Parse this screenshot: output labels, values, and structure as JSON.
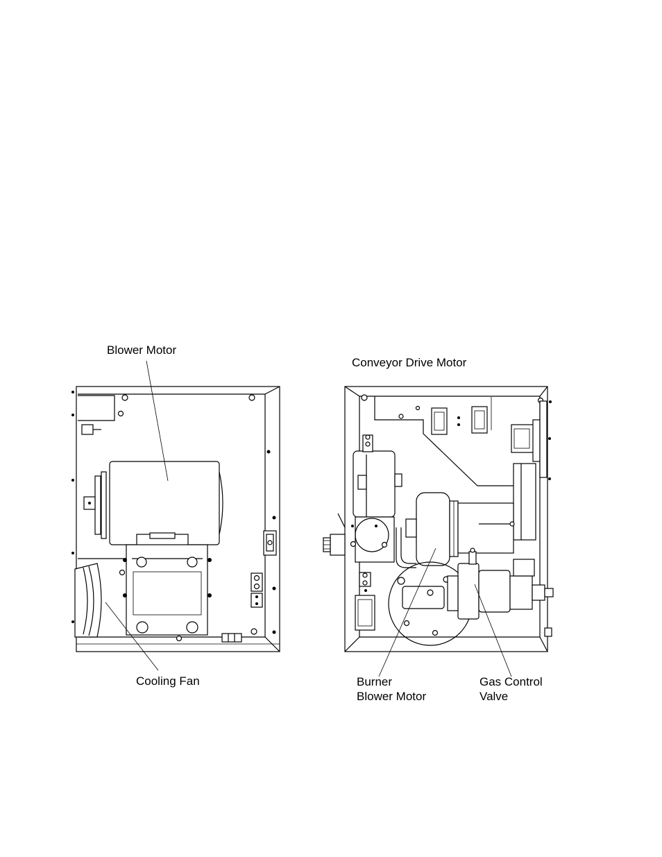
{
  "figure": {
    "labels": {
      "blower_motor": "Blower Motor",
      "cooling_fan": "Cooling Fan",
      "conveyor_drive_motor": "Conveyor Drive Motor",
      "burner_blower_motor_line1": "Burner",
      "burner_blower_motor_line2": "Blower Motor",
      "gas_control_valve_line1": "Gas Control",
      "gas_control_valve_line2": "Valve"
    }
  }
}
